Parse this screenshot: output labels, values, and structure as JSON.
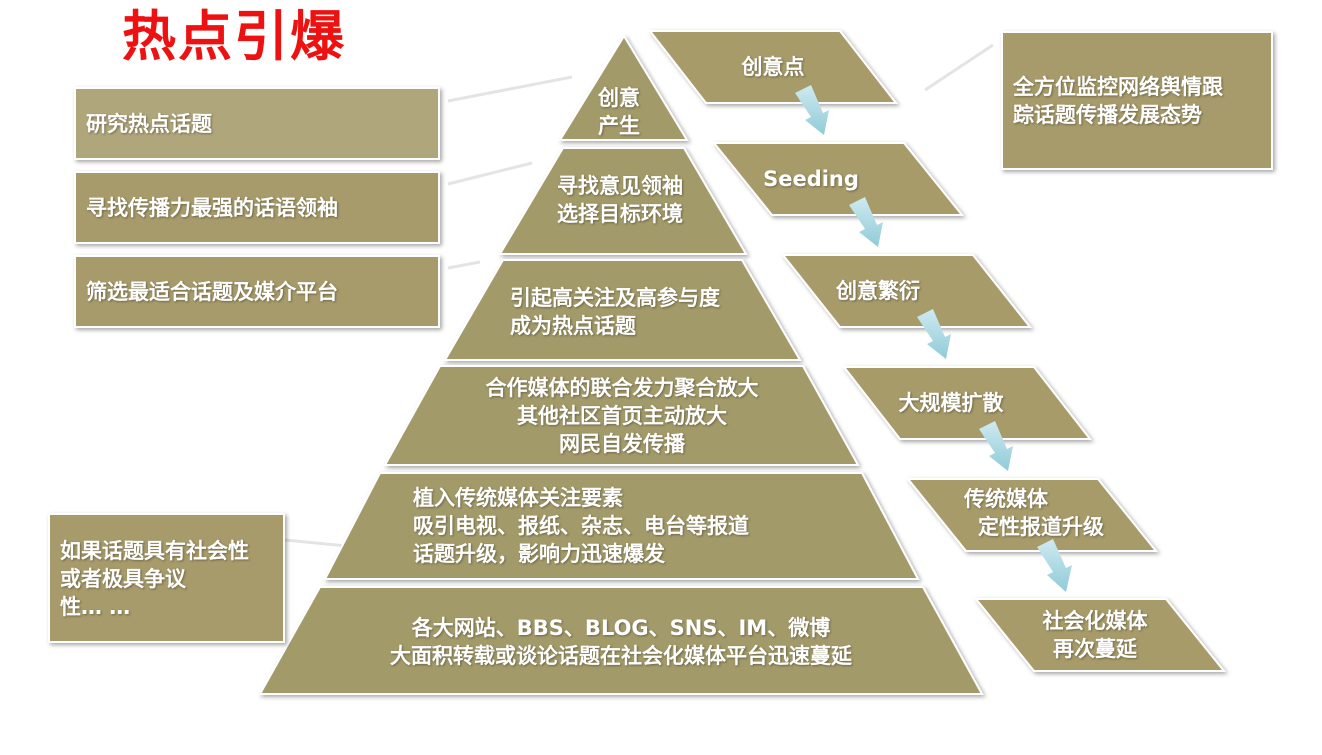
{
  "title": "热点引爆",
  "colors": {
    "pyramid_fill": "#a39a6a",
    "box_fill": "#a79b6b",
    "box_fill_light": "#b0a67b",
    "arrow": "#a8d6e0",
    "title": "#ee1111"
  },
  "pyramid": [
    {
      "lines": [
        "创意",
        "产生"
      ]
    },
    {
      "lines": [
        "寻找意见领袖",
        "选择目标环境"
      ]
    },
    {
      "lines": [
        "引起高关注及高参与度",
        "成为热点话题"
      ]
    },
    {
      "lines": [
        "合作媒体的联合发力聚合放大",
        "其他社区首页主动放大",
        "网民自发传播"
      ]
    },
    {
      "lines": [
        "植入传统媒体关注要素",
        "吸引电视、报纸、杂志、电台等报道",
        "话题升级，影响力迅速爆发"
      ]
    },
    {
      "lines": [
        "各大网站、BBS、BLOG、SNS、IM、微博",
        "大面积转载或谈论话题在社会化媒体平台迅速蔓延"
      ]
    }
  ],
  "left_boxes": [
    {
      "lines": [
        "研究热点话题"
      ]
    },
    {
      "lines": [
        "寻找传播力最强的话语领袖"
      ]
    },
    {
      "lines": [
        "筛选最适合话题及媒介平台"
      ]
    },
    {
      "lines": [
        "如果话题具有社会性",
        "或者极具争议",
        "性… …"
      ]
    }
  ],
  "stages": [
    {
      "lines": [
        "创意点"
      ]
    },
    {
      "lines": [
        "Seeding"
      ]
    },
    {
      "lines": [
        "创意繁衍"
      ]
    },
    {
      "lines": [
        "大规模扩散"
      ]
    },
    {
      "lines": [
        "传统媒体",
        "定性报道升级"
      ]
    },
    {
      "lines": [
        "社会化媒体",
        "再次蔓延"
      ]
    }
  ],
  "right_box": {
    "lines": [
      "全方位监控网络舆情跟",
      "踪话题传播发展态势"
    ]
  }
}
